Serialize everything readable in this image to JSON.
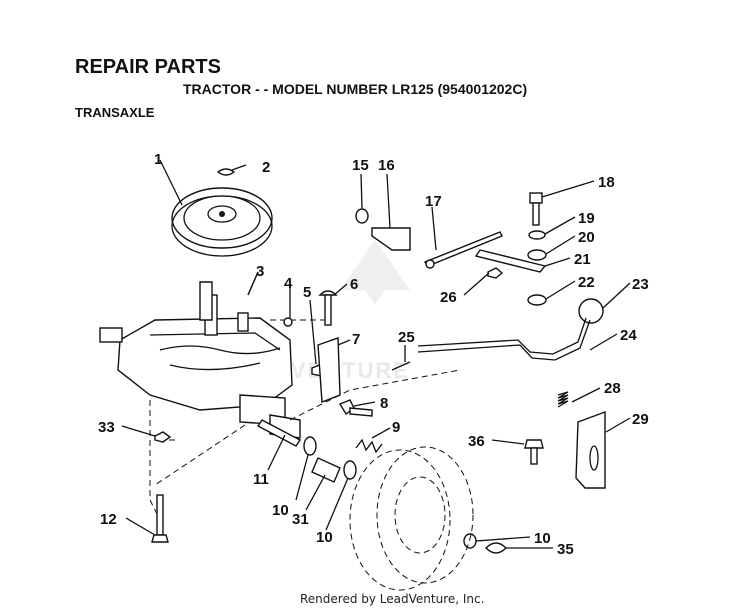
{
  "header": {
    "title": "REPAIR PARTS",
    "subtitle": "TRACTOR - - MODEL NUMBER LR125 (954001202C)",
    "section": "TRANSAXLE"
  },
  "callouts": [
    "1",
    "2",
    "3",
    "4",
    "5",
    "6",
    "7",
    "8",
    "9",
    "10",
    "11",
    "12",
    "15",
    "16",
    "17",
    "18",
    "19",
    "20",
    "21",
    "22",
    "23",
    "24",
    "25",
    "26",
    "28",
    "29",
    "31",
    "33",
    "35",
    "36"
  ],
  "callout_10_repeats": [
    "10",
    "10",
    "10"
  ],
  "watermark": "ADVENTURE",
  "footer": "Rendered by LeadVenture, Inc."
}
